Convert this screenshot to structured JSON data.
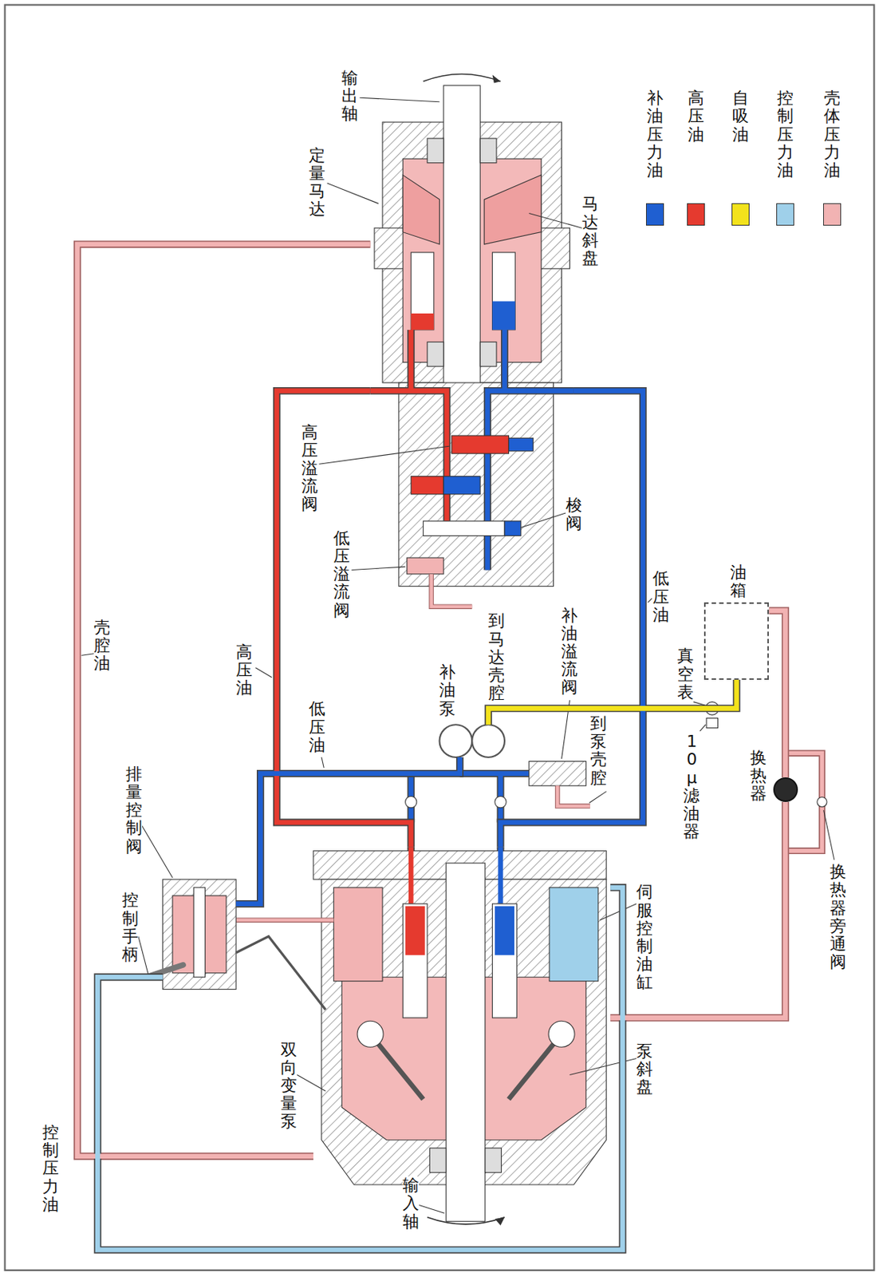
{
  "diagram": {
    "nodes": [
      {
        "text": [
          "定量马达"
        ]
      },
      {
        "text": [
          "双向变量泵"
        ]
      },
      {
        "text": [
          "油箱"
        ]
      },
      {
        "text": [
          "排量控制阀"
        ]
      },
      {
        "text": [
          "换热器"
        ]
      },
      {
        "text": [
          "补油泵"
        ]
      }
    ],
    "edges": [
      {
        "from": 1,
        "to": 0,
        "label": "高压油",
        "arrow": "none"
      },
      {
        "from": 1,
        "to": 0,
        "label": "低压油",
        "arrow": "none"
      },
      {
        "from": 0,
        "to": 1,
        "label": "壳腔油",
        "arrow": "none"
      },
      {
        "from": 1,
        "to": 4,
        "arrow": "none"
      },
      {
        "from": 4,
        "to": 2,
        "arrow": "none"
      },
      {
        "from": 2,
        "to": 5,
        "arrow": "none"
      },
      {
        "from": 3,
        "to": 1,
        "label": "控制压力油",
        "arrow": "none"
      },
      {
        "from": 5,
        "to": 3,
        "label": "低压油",
        "arrow": "none"
      }
    ],
    "labels": [
      "输出轴",
      "马达斜盘",
      "高压溢流阀",
      "梭阀",
      "低压溢流阀",
      "到马达壳腔",
      "补油溢流阀",
      "到泵壳腔",
      "真空表",
      "10μ 滤油器",
      "换热器旁通阀",
      "控制手柄",
      "伺服控制油缸",
      "泵斜盘",
      "输入轴"
    ],
    "legend": [
      {
        "text": "补油压力油",
        "color": "#1f5fd1"
      },
      {
        "text": "高压油",
        "color": "#e53a2f"
      },
      {
        "text": "自吸油",
        "color": "#f3e21c"
      },
      {
        "text": "控制压力油",
        "color": "#9fd0ea"
      },
      {
        "text": "壳体压力油",
        "color": "#f2b3b3"
      }
    ]
  }
}
